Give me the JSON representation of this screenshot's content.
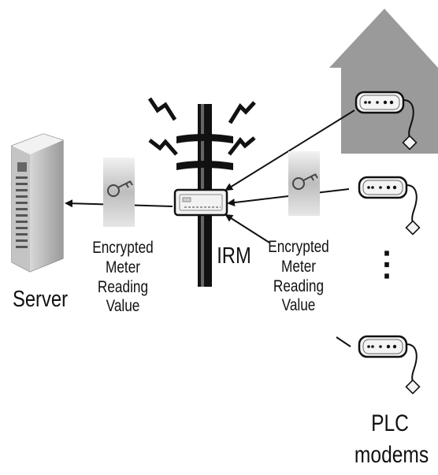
{
  "labels": {
    "server": "Server",
    "irm": "IRM",
    "encrypted_left": [
      "Encrypted",
      "Meter",
      "Reading",
      "Value"
    ],
    "encrypted_right": [
      "Encrypted",
      "Meter",
      "Reading",
      "Value"
    ],
    "plc_modems": [
      "PLC",
      "modems"
    ],
    "ellipsis": "⋮"
  },
  "icons": {
    "server": "server-tower-icon",
    "pole": "utility-pole-icon",
    "irm_device": "irm-device-icon",
    "key": "key-icon",
    "modem": "plc-modem-icon",
    "house": "house-icon",
    "signal": "wireless-signal-icon"
  },
  "colors": {
    "house": "#9a9a9a",
    "stroke": "#111111",
    "key_panel": "#cfcfcf"
  }
}
